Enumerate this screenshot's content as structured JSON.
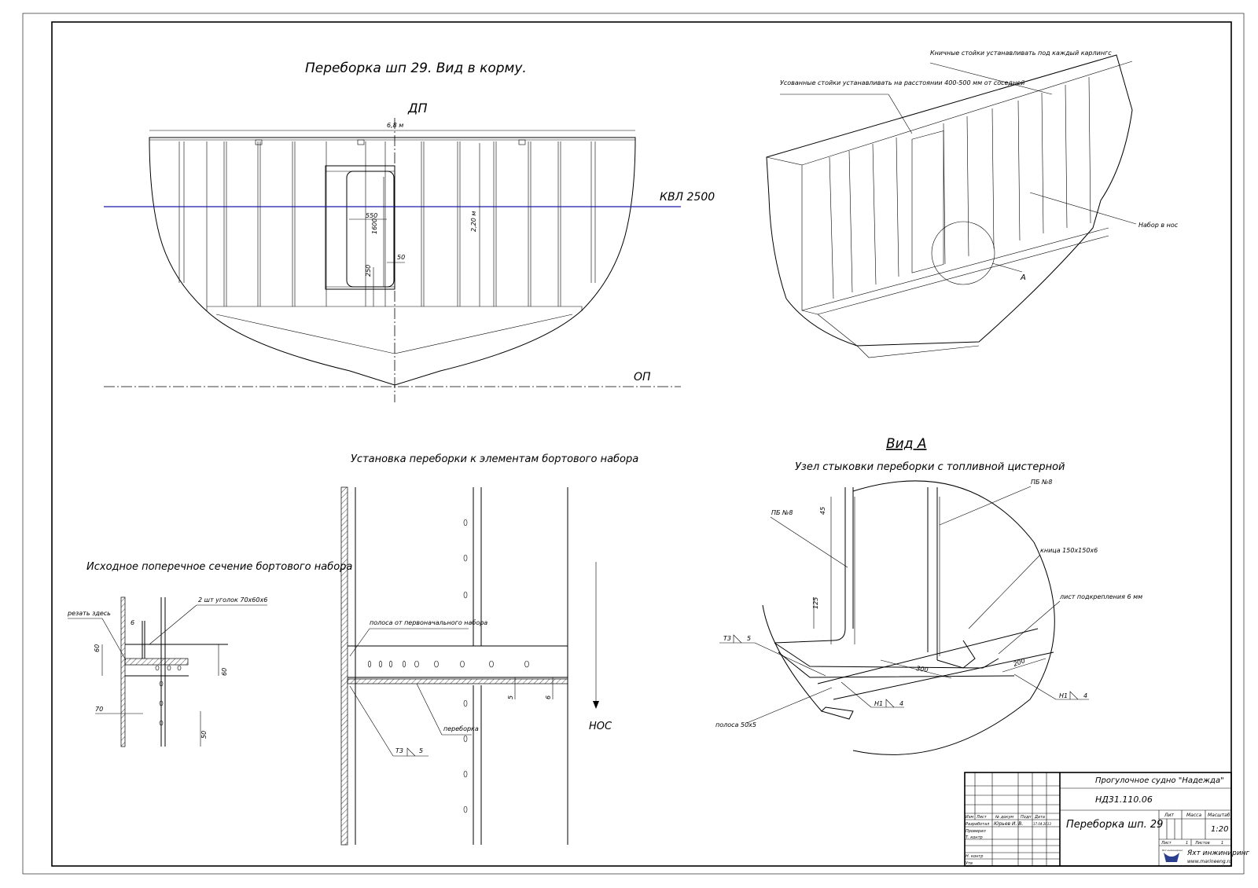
{
  "view_main": {
    "title": "Переборка шп 29. Вид в корму.",
    "dp": "ДП",
    "width": "6,8 м",
    "kvl": "КВЛ 2500",
    "op": "ОП",
    "height": "2,20 м",
    "d550": "550",
    "d1600": "1600",
    "d50": "50",
    "d250": "250"
  },
  "iso_view": {
    "note_knee": "Кничные стойки устанавливать под каждый карлингс",
    "note_stiff": "Усованные стойки устанавливать на расстоянии 400-500 мм от соседней",
    "note_frame": "Набор в нос",
    "label_a": "А"
  },
  "section_install": {
    "title": "Установка переборки к элементам бортового набора",
    "strip_note": "полоса от первоначального набора",
    "bulkhead_note": "переборка",
    "weld": "Т3",
    "weld_size": "5",
    "dim5": "5",
    "dim6": "6",
    "nos": "НОС"
  },
  "section_orig": {
    "title": "Исходное поперечное сечение бортового набора",
    "cut_here": "резать здесь",
    "angle_note": "2 шт уголок 70х60х6",
    "d6": "6",
    "d60a": "60",
    "d60b": "60",
    "d70": "70",
    "d50": "50"
  },
  "view_a": {
    "title": "Вид А",
    "subtitle": "Узел стыковки переборки с топливной цистерной",
    "pb1": "ПБ №8",
    "pb2": "ПБ №8",
    "d45": "45",
    "d125": "125",
    "knee": "кница 150х150х6",
    "plate": "лист подкрепления 6 мм",
    "weld_t3": "Т3",
    "weld_t3_size": "5",
    "d300": "300",
    "d200": "200",
    "h1a": "Н1",
    "h1a_size": "4",
    "h1b": "Н1",
    "h1b_size": "4",
    "strip": "полоса 50х5"
  },
  "title_block": {
    "project": "Прогулочное судно \"Надежда\"",
    "doc_code": "НД31.110.06",
    "doc_title": "Переборка шп. 29",
    "col_izm": "Изм",
    "col_list": "Лист",
    "col_ndoc": "№ докум",
    "col_podp": "Подп",
    "col_data": "Дата",
    "row_razrab": "Разработал",
    "razrab_name": "Юрьев И. В.",
    "razrab_date": "17.04.2013",
    "row_prov": "Проверил",
    "row_tkontr": "Т. контр",
    "row_nkontr": "Н. контр",
    "row_utv": "Утв",
    "lit": "Лит",
    "massa": "Масса",
    "masshtab": "Масштаб",
    "scale": "1:20",
    "sheet": "Лист",
    "sheet_no": "1",
    "sheets": "Листов",
    "sheets_no": "1",
    "company": "Яхт инжиниринг",
    "site": "www.marineeng.ru",
    "logo_text": "Яхт инжиниринг"
  },
  "colors": {
    "waterline": "#1a1aa8",
    "ink": "#000000"
  }
}
